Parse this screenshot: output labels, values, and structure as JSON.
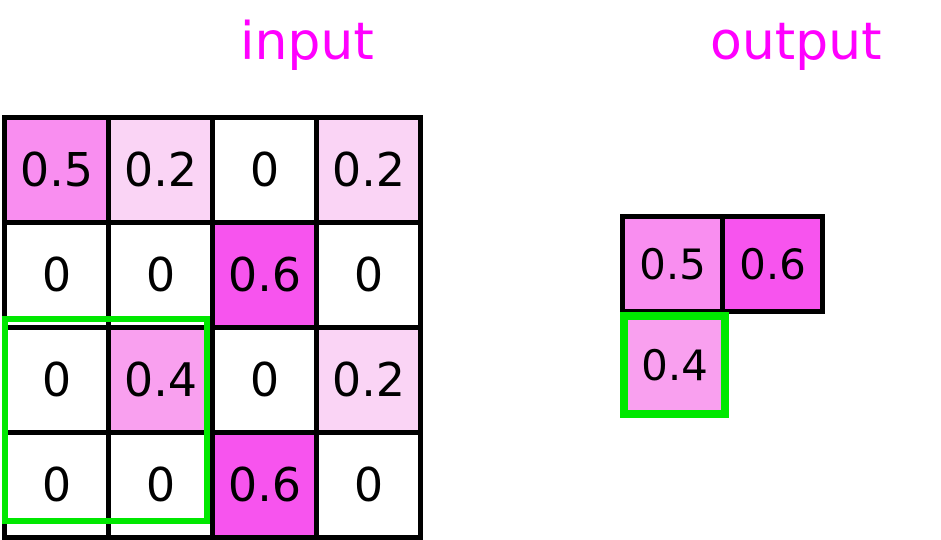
{
  "titles": {
    "input": "input",
    "output": "output",
    "color": "#ff00ff"
  },
  "palette": {
    "zero": "#ffffff",
    "v02": "#fad4f5",
    "v04": "#f9a0ef",
    "v05": "#f98ef0",
    "v06": "#f754ee",
    "grid_line": "#000000",
    "selection": "#00e800"
  },
  "input_grid": {
    "rows": 4,
    "cols": 4,
    "cells": [
      [
        {
          "value": "0.5",
          "color": "#f98ef0"
        },
        {
          "value": "0.2",
          "color": "#fad4f5"
        },
        {
          "value": "0",
          "color": "#ffffff"
        },
        {
          "value": "0.2",
          "color": "#fad4f5"
        }
      ],
      [
        {
          "value": "0",
          "color": "#ffffff"
        },
        {
          "value": "0",
          "color": "#ffffff"
        },
        {
          "value": "0.6",
          "color": "#f754ee"
        },
        {
          "value": "0",
          "color": "#ffffff"
        }
      ],
      [
        {
          "value": "0",
          "color": "#ffffff"
        },
        {
          "value": "0.4",
          "color": "#f9a0ef"
        },
        {
          "value": "0",
          "color": "#ffffff"
        },
        {
          "value": "0.2",
          "color": "#fad4f5"
        }
      ],
      [
        {
          "value": "0",
          "color": "#ffffff"
        },
        {
          "value": "0",
          "color": "#ffffff"
        },
        {
          "value": "0.6",
          "color": "#f754ee"
        },
        {
          "value": "0",
          "color": "#ffffff"
        }
      ]
    ],
    "selection": {
      "row_start": 2,
      "row_end": 3,
      "col_start": 0,
      "col_end": 1
    }
  },
  "output_grid": {
    "top_row": [
      {
        "value": "0.5",
        "color": "#f98ef0"
      },
      {
        "value": "0.6",
        "color": "#f754ee"
      }
    ],
    "selected_cell": {
      "value": "0.4",
      "color": "#f9a0ef"
    }
  }
}
